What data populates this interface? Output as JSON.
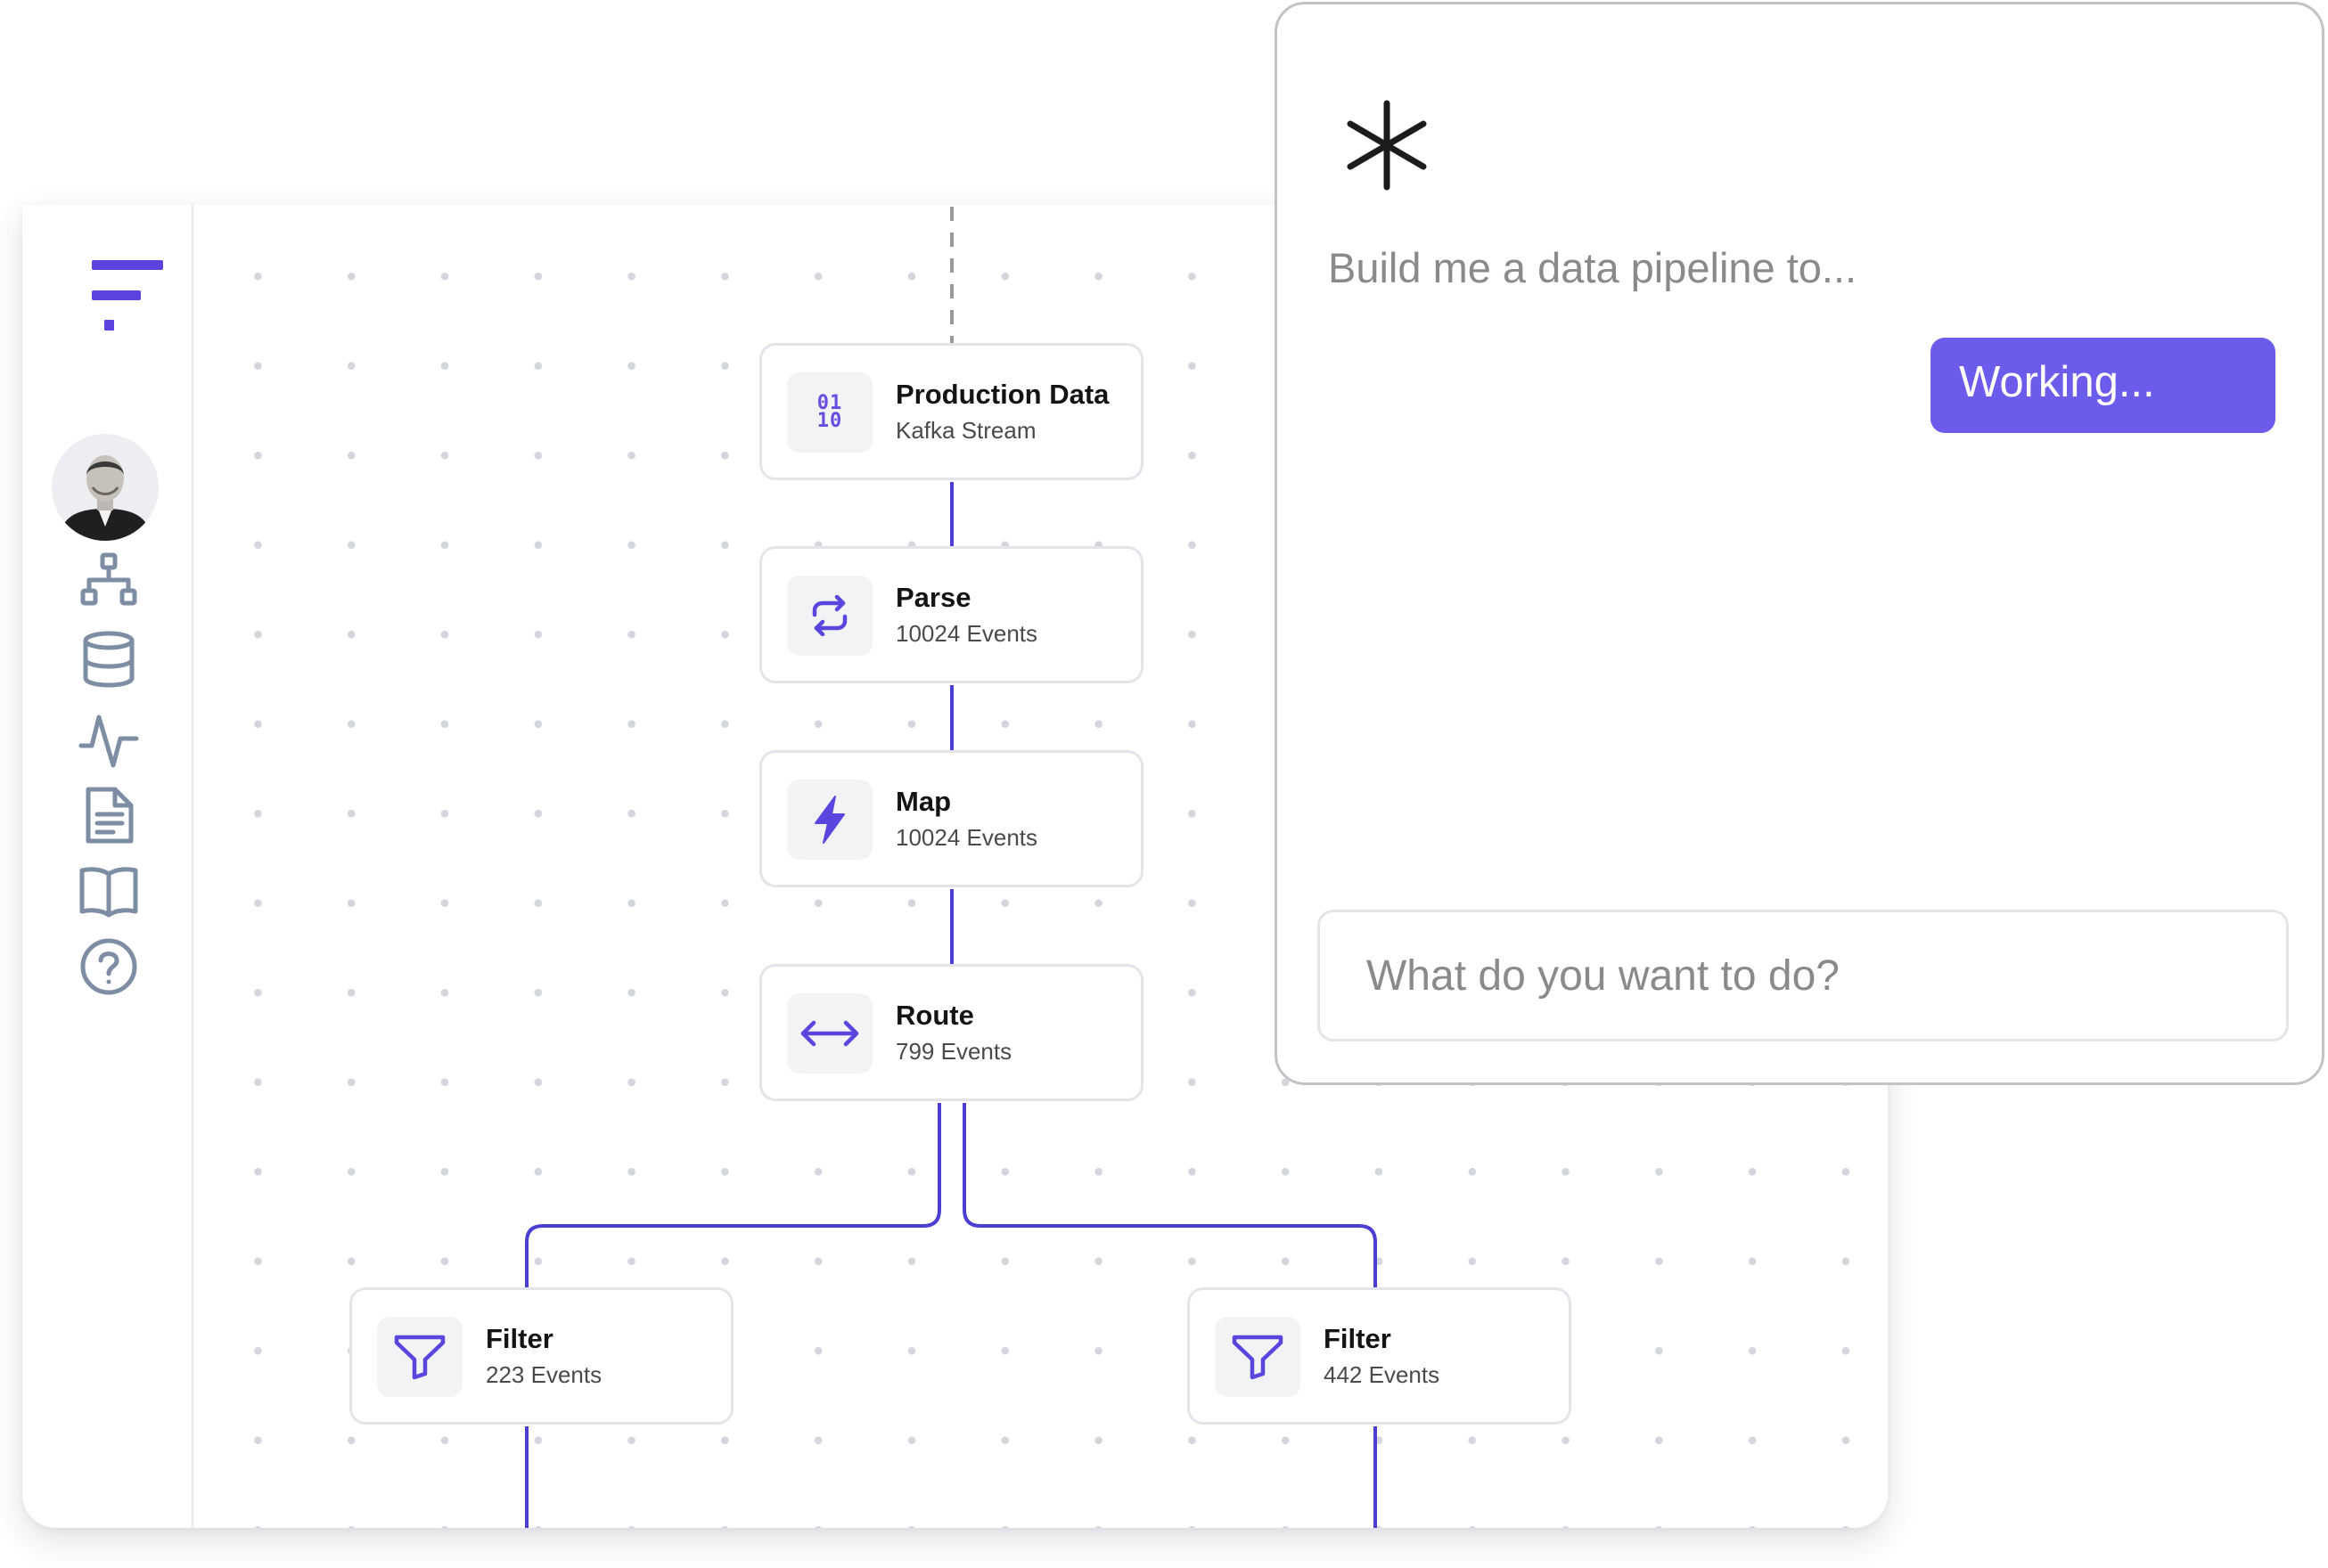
{
  "assistant": {
    "icon": "asterisk-icon",
    "prompt_text": "Build me a data pipeline to...",
    "status_button": "Working...",
    "input_placeholder": "What do you want to do?"
  },
  "sidebar": {
    "logo": "brand-logo",
    "icons": [
      "pipeline-icon",
      "database-icon",
      "activity-icon",
      "document-icon",
      "book-icon",
      "help-icon"
    ]
  },
  "pipeline": {
    "nodes": [
      {
        "id": "source",
        "title": "Production Data",
        "subtitle": "Kafka Stream",
        "icon": "binary-icon",
        "icon_text": [
          "01",
          "10"
        ]
      },
      {
        "id": "parse",
        "title": "Parse",
        "subtitle": "10024 Events",
        "icon": "refresh-icon"
      },
      {
        "id": "map",
        "title": "Map",
        "subtitle": "10024 Events",
        "icon": "lightning-icon"
      },
      {
        "id": "route",
        "title": "Route",
        "subtitle": "799 Events",
        "icon": "arrows-horizontal-icon"
      },
      {
        "id": "filter-left",
        "title": "Filter",
        "subtitle": "223 Events",
        "icon": "filter-icon"
      },
      {
        "id": "filter-right",
        "title": "Filter",
        "subtitle": "442 Events",
        "icon": "filter-icon"
      }
    ]
  },
  "colors": {
    "accent": "#6c5cec",
    "edge": "#4b3fd1",
    "icon": "#5a46de",
    "sidebar_icon": "#7d8da3",
    "brand": "#5b43e0"
  }
}
